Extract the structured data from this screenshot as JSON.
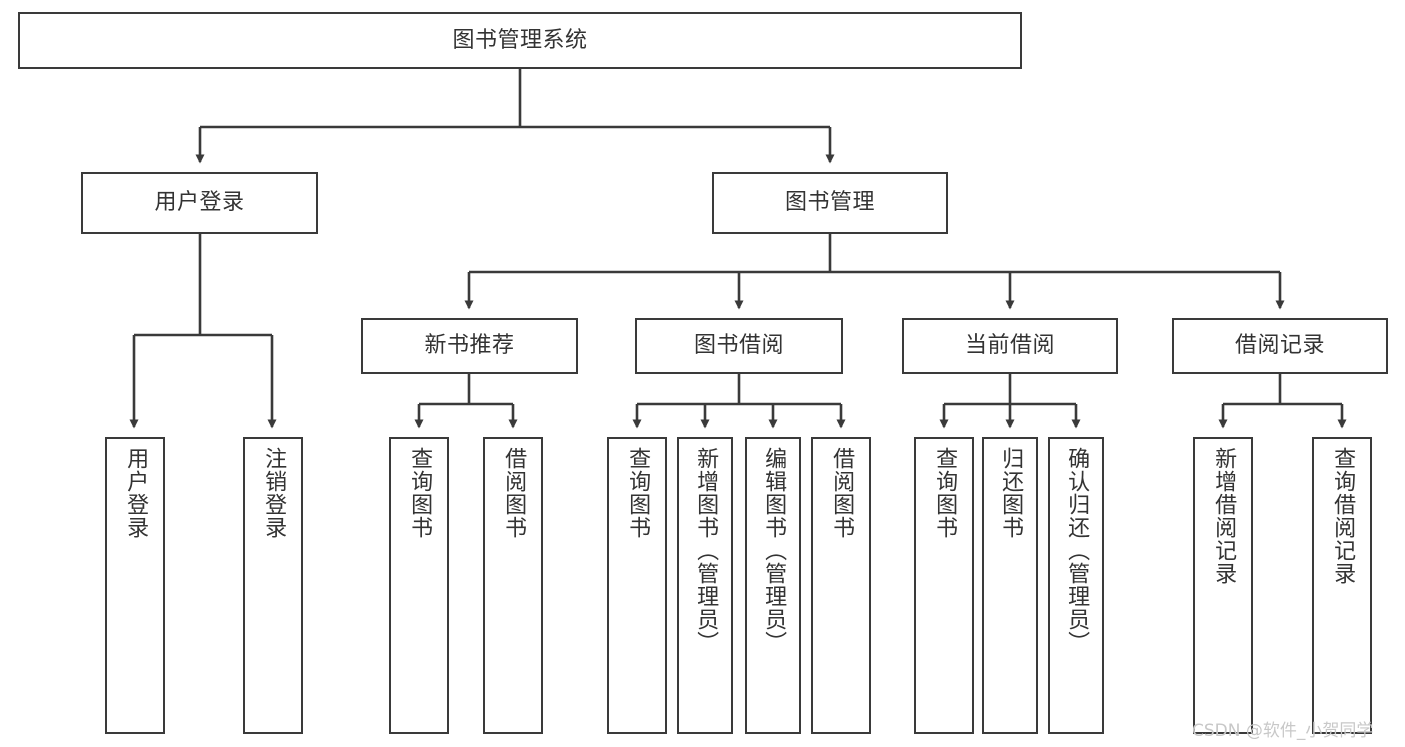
{
  "diagram": {
    "title": "图书管理系统",
    "type": "hierarchy-tree",
    "line_color": "#3a3a3a",
    "box_fill": "#ffffff",
    "text_color": "#333333",
    "watermark": {
      "text": "CSDN @软件_小贺同学",
      "color": "#c8c8c8"
    },
    "nodes": {
      "root": {
        "label": "图书管理系统"
      },
      "level1": [
        {
          "label": "用户登录"
        },
        {
          "label": "图书管理"
        }
      ],
      "level2": [
        {
          "label": "新书推荐"
        },
        {
          "label": "图书借阅"
        },
        {
          "label": "当前借阅"
        },
        {
          "label": "借阅记录"
        }
      ],
      "leaves_user_login": [
        {
          "label": "用户登录"
        },
        {
          "label": "注销登录"
        }
      ],
      "leaves_new_book": [
        {
          "label": "查询图书"
        },
        {
          "label": "借阅图书"
        }
      ],
      "leaves_borrow": [
        {
          "label": "查询图书"
        },
        {
          "label": "新增图书（管理员）"
        },
        {
          "label": "编辑图书（管理员）"
        },
        {
          "label": "借阅图书"
        }
      ],
      "leaves_current": [
        {
          "label": "查询图书"
        },
        {
          "label": "归还图书"
        },
        {
          "label": "确认归还（管理员）"
        }
      ],
      "leaves_records": [
        {
          "label": "新增借阅记录"
        },
        {
          "label": "查询借阅记录"
        }
      ]
    }
  }
}
